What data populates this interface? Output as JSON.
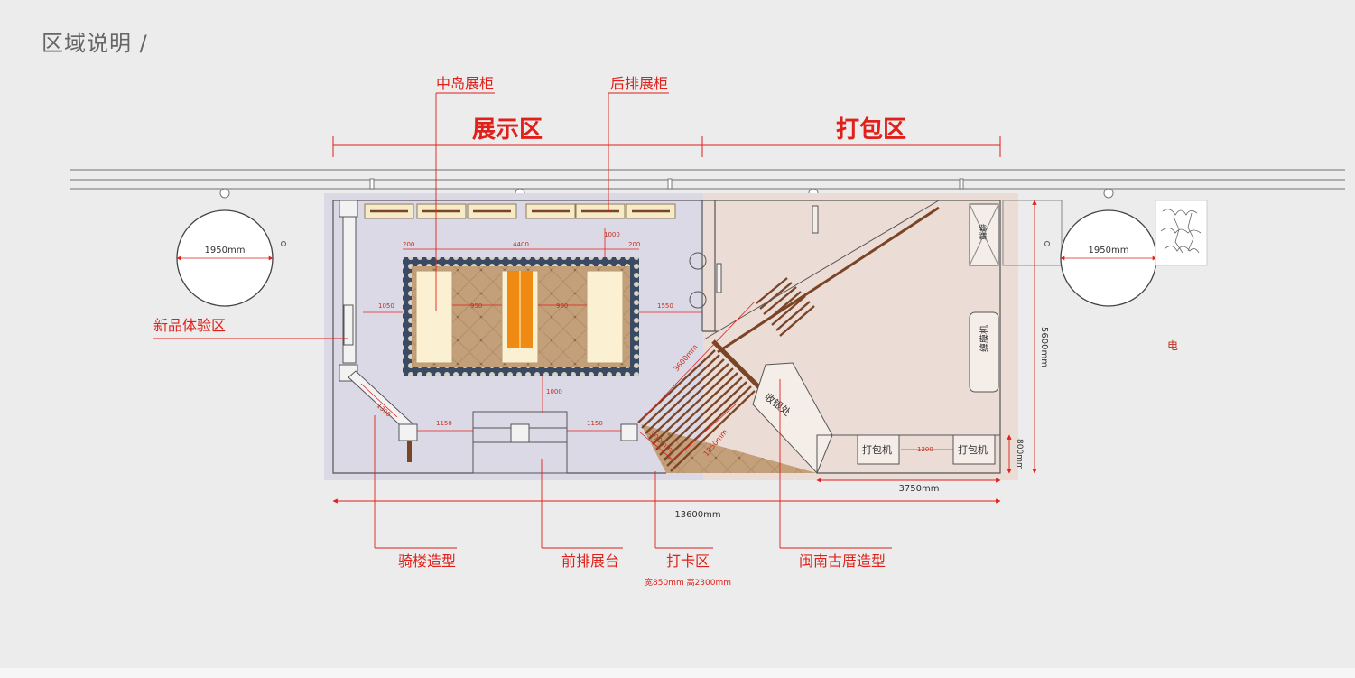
{
  "header": {
    "title": "区域说明 /"
  },
  "zones": {
    "display": "展示区",
    "packing": "打包区"
  },
  "callouts": {
    "center_island": "中岛展柜",
    "back_cabinet": "后排展柜",
    "new_product": "新品体验区",
    "arcade": "骑楼造型",
    "front_stand": "前排展台",
    "checkin": "打卡区",
    "checkin_size": "宽850mm 高2300mm",
    "minnan_eave": "闽南古厝造型"
  },
  "equipment": {
    "wrap_machine": "缠膜机",
    "packer_1": "打包机",
    "packer_2": "打包机",
    "cashier": "收银处",
    "machine_top": "缠膜",
    "power": "电"
  },
  "dimensions": {
    "col_left_1950": "1950mm",
    "col_right_1950": "1950mm",
    "island_200_left": "200",
    "island_4400": "4400",
    "island_200_right": "200",
    "island_1000_top": "1000",
    "island_1050": "1050",
    "island_950_a": "950",
    "island_950_b": "950",
    "island_1550": "1550",
    "island_1000_bottom": "1000",
    "front_1150_a": "1150",
    "front_1150_b": "1150",
    "arcade_1300": "1300",
    "diag_3600": "3600mm",
    "diag_1850": "1850mm",
    "diag_1300": "1300mm",
    "packer_gap_1200": "1200",
    "pack_width_3750": "3750mm",
    "total_13600": "13600mm",
    "height_5600": "5600mm",
    "height_800": "800mm"
  },
  "colors": {
    "accent_red": "#e0211b",
    "display_zone_fill": "#dcd9e6",
    "packing_zone_fill": "#ecdcd6",
    "wood": "#7a4526",
    "floor_tile": "#c4a07a",
    "orange_display": "#ef8a12"
  }
}
